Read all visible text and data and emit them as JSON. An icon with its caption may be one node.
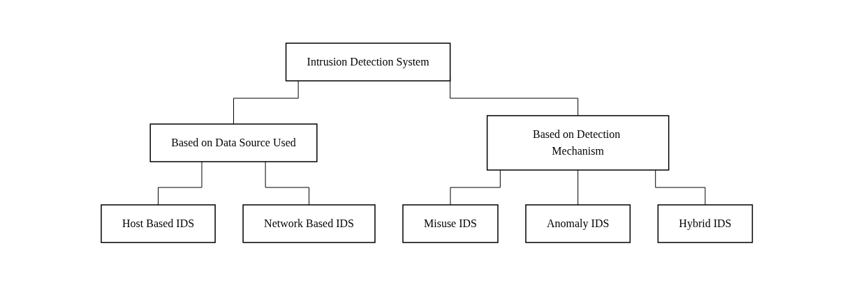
{
  "diagram": {
    "nodes": [
      {
        "text": [
          "Intrusion Detection System"
        ]
      },
      {
        "text": [
          "Based on Data Source Used"
        ]
      },
      {
        "text": [
          "Based on Detection Mechanism"
        ]
      },
      {
        "text": [
          "Host Based IDS"
        ]
      },
      {
        "text": [
          "Network Based IDS"
        ]
      },
      {
        "text": [
          "Misuse IDS"
        ]
      },
      {
        "text": [
          "Anomaly IDS"
        ]
      },
      {
        "text": [
          "Hybrid IDS"
        ]
      }
    ],
    "edges": [
      {
        "from": 0,
        "to": 1,
        "arrow": "none"
      },
      {
        "from": 0,
        "to": 2,
        "arrow": "none"
      },
      {
        "from": 1,
        "to": 3,
        "arrow": "none"
      },
      {
        "from": 1,
        "to": 4,
        "arrow": "none"
      },
      {
        "from": 2,
        "to": 5,
        "arrow": "none"
      },
      {
        "from": 2,
        "to": 6,
        "arrow": "none"
      },
      {
        "from": 2,
        "to": 7,
        "arrow": "none"
      }
    ]
  }
}
